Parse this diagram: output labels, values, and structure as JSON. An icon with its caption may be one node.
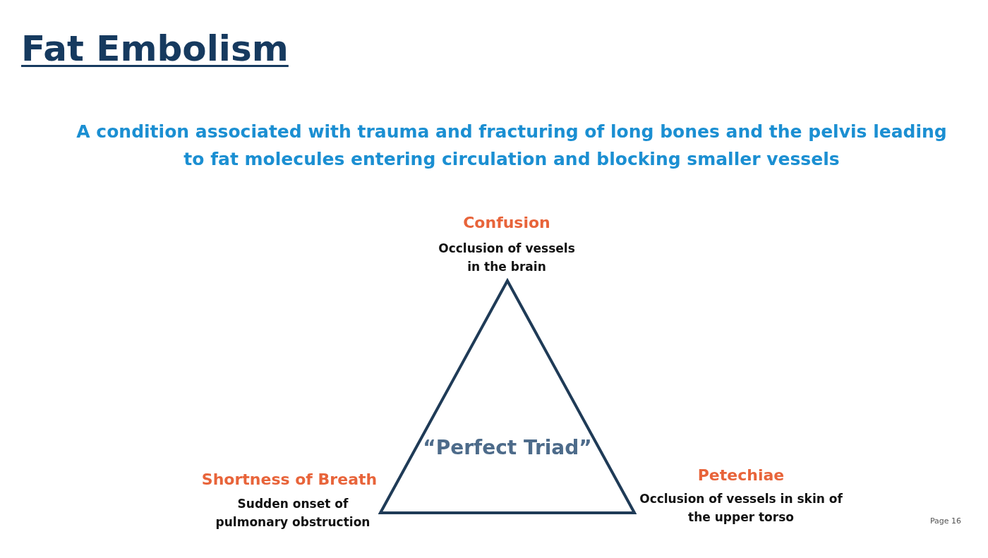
{
  "diagram": {
    "title": "Fat Embolism",
    "nodes": [
      {
        "text": [
          "“Perfect Triad”"
        ]
      }
    ],
    "edges": [],
    "labels": [
      "A condition associated with trauma and fracturing of long bones and the pelvis leading to fat molecules entering circulation and blocking smaller vessels",
      "Confusion",
      "Occlusion of vessels in the brain",
      "Petechiae",
      "Shortness of Breath",
      "Sudden onset of pulmonary obstruction",
      "Occlusion of vessels in skin of the upper torso",
      "Page 16"
    ]
  }
}
